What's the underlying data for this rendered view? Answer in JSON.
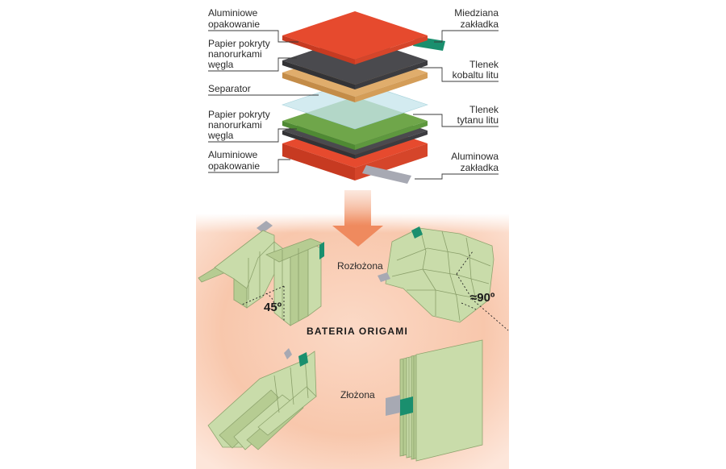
{
  "layers": {
    "left": [
      {
        "id": "aluminum-top",
        "lines": [
          "Aluminiowe",
          "opakowanie"
        ]
      },
      {
        "id": "paper-top",
        "lines": [
          "Papier pokryty",
          "nanorurkami",
          "węgla"
        ]
      },
      {
        "id": "separator",
        "lines": [
          "Separator"
        ]
      },
      {
        "id": "paper-bottom",
        "lines": [
          "Papier pokryty",
          "nanorurkami",
          "węgla"
        ]
      },
      {
        "id": "aluminum-bottom",
        "lines": [
          "Aluminiowe",
          "opakowanie"
        ]
      }
    ],
    "right": [
      {
        "id": "copper-tab",
        "lines": [
          "Miedziana",
          "zakładka"
        ]
      },
      {
        "id": "cobalt-oxide",
        "lines": [
          "Tlenek",
          "kobaltu litu"
        ]
      },
      {
        "id": "titanium-oxide",
        "lines": [
          "Tlenek",
          "tytanu litu"
        ]
      },
      {
        "id": "aluminum-tab",
        "lines": [
          "Aluminowa",
          "zakładka"
        ]
      }
    ]
  },
  "states": {
    "unfolded": "Rozłożona",
    "folded": "Złożona"
  },
  "angles": {
    "left": "45º",
    "right": "≈90º"
  },
  "title": "BATERIA ORIGAMI",
  "colors": {
    "aluminum": "#e64a2e",
    "copper_tab": "#1a8f6e",
    "dark_layer": "#4a4a4e",
    "cobalt_layer": "#e0ad6c",
    "separator": "#c7e6ec",
    "titanium_layer": "#6fa64a",
    "panel": "#c9dcaa",
    "silver_tab": "#a7a9b3",
    "background_glow": "#f8c7ac"
  }
}
